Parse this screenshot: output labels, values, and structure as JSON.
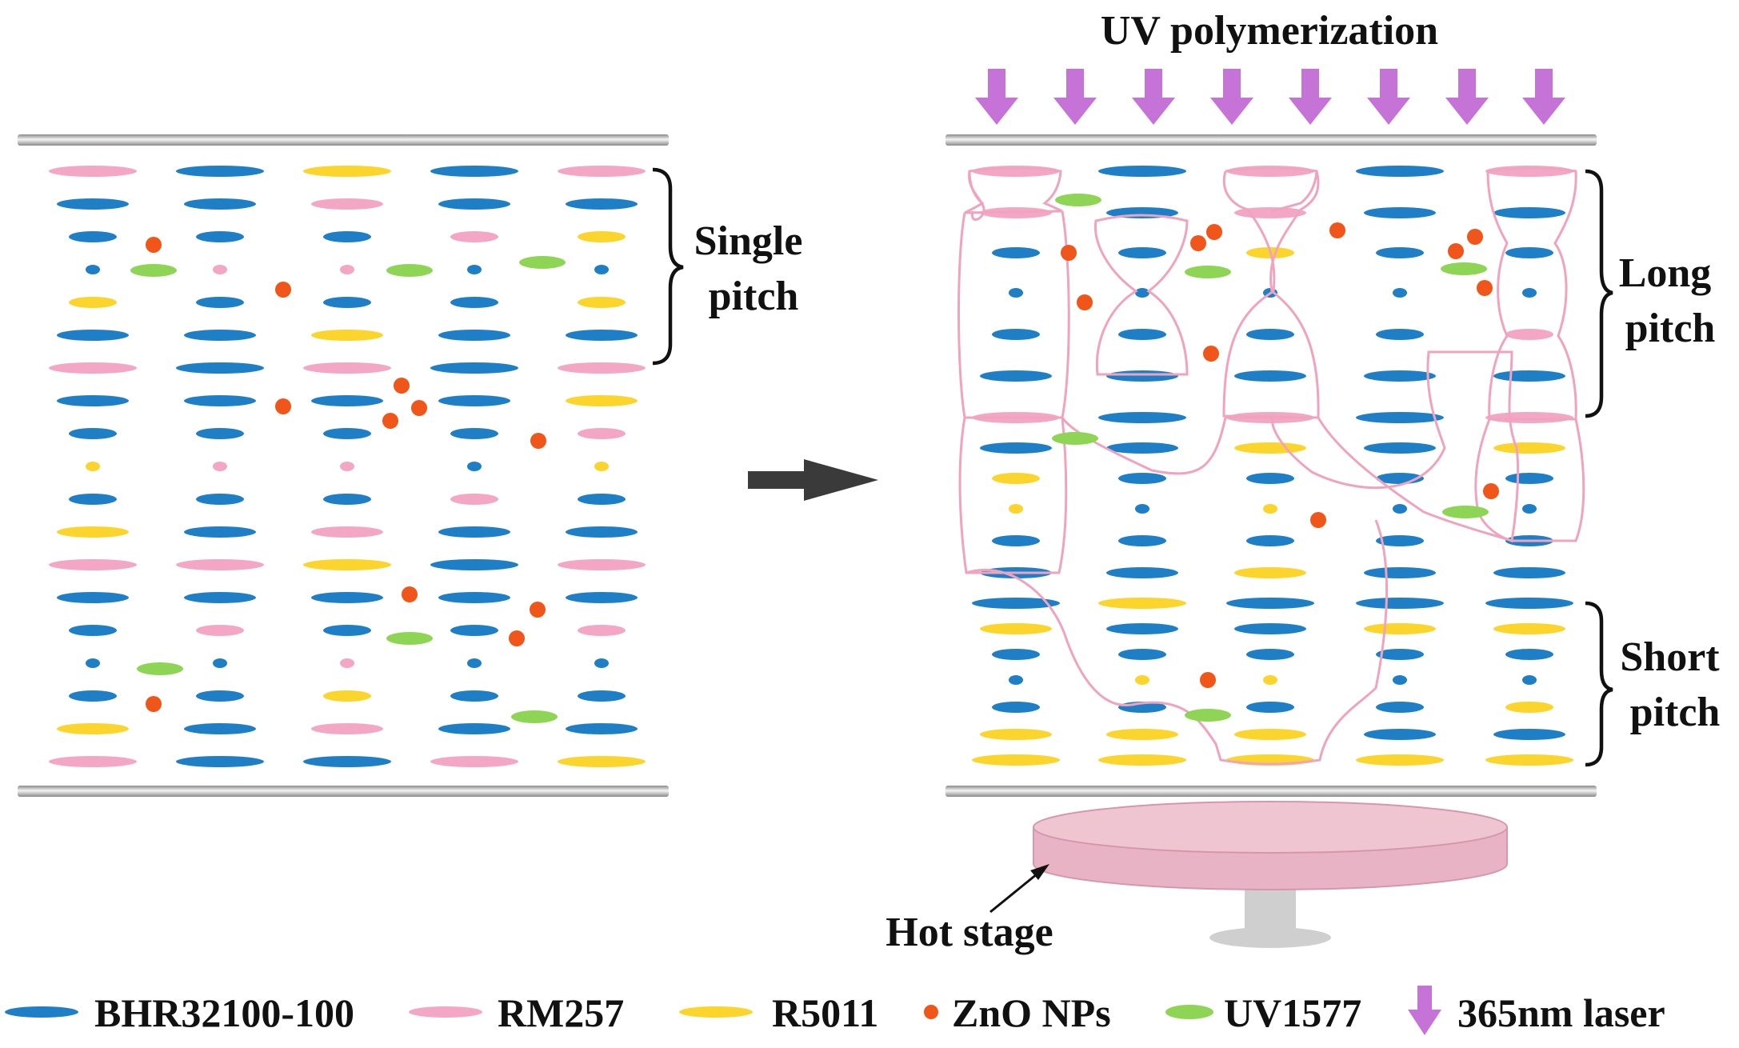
{
  "colors": {
    "BHR32100-100": "#1f7fc6",
    "RM257": "#f3a7c4",
    "R5011": "#fbd42c",
    "ZnO NPs": "#f0551a",
    "UV1577": "#8ed555",
    "365nm laser": "#c573d6",
    "network": "#f0a3bd",
    "stage": "#e8b3c4",
    "glass": "#bcbcbc",
    "arrow": "#3a3a3a"
  },
  "labels": {
    "uv_title": "UV polymerization",
    "single_pitch": [
      "Single",
      "pitch"
    ],
    "long_pitch": [
      "Long",
      "pitch"
    ],
    "short_pitch": [
      "Short",
      "pitch"
    ],
    "hot_stage": "Hot stage"
  },
  "legend": [
    {
      "key": "BHR32100-100",
      "label": "BHR32100-100",
      "shape": "ellipse"
    },
    {
      "key": "RM257",
      "label": "RM257",
      "shape": "ellipse"
    },
    {
      "key": "R5011",
      "label": "R5011",
      "shape": "ellipse"
    },
    {
      "key": "ZnO NPs",
      "label": "ZnO NPs",
      "shape": "dot"
    },
    {
      "key": "UV1577",
      "label": "UV1577",
      "shape": "ellipse"
    },
    {
      "key": "365nm laser",
      "label": "365nm laser",
      "shape": "arrow-down-icon"
    }
  ]
}
